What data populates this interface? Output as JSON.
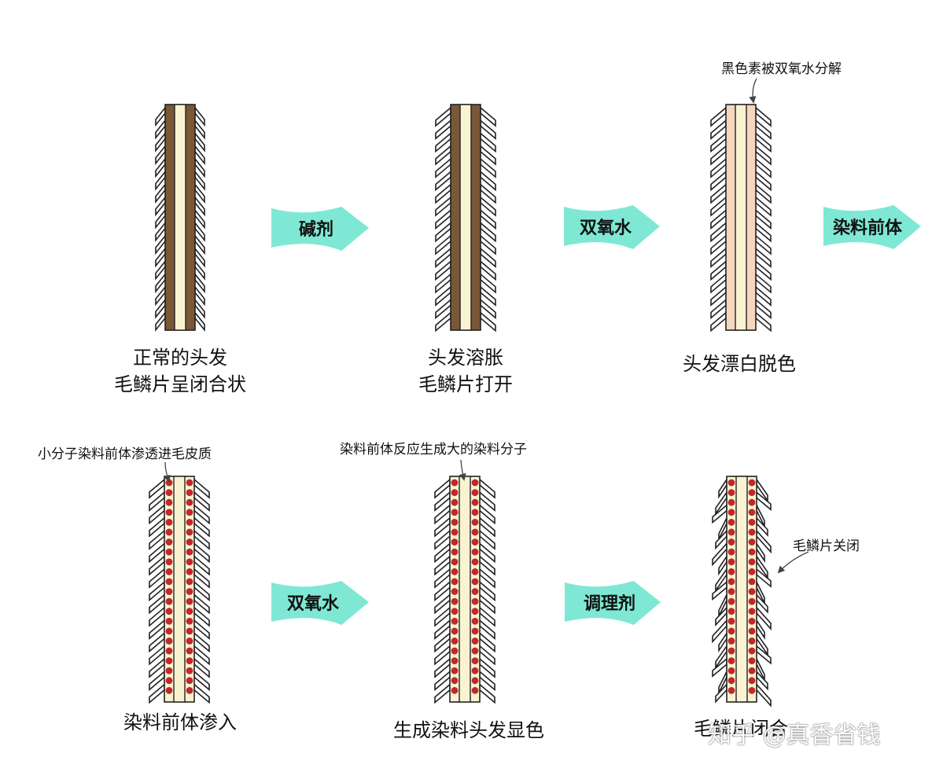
{
  "colors": {
    "arrow": "#7fe8d4",
    "cortex_brown": "#7a5736",
    "medulla_cream": "#faf3d2",
    "cortex_bleached": "#f6d6bf",
    "pigment_dot": "#c0282b",
    "scale_stroke": "#222222"
  },
  "stages": [
    {
      "caption_line1": "正常的头发",
      "caption_line2": "毛鳞片呈闭合状",
      "cortex": "brown",
      "scales": "closed",
      "pigment": false
    },
    {
      "caption_line1": "头发溶胀",
      "caption_line2": "毛鳞片打开",
      "cortex": "brown",
      "scales": "open",
      "pigment": false
    },
    {
      "caption_line1": "头发漂白脱色",
      "caption_line2": "",
      "cortex": "bleached",
      "scales": "open",
      "pigment": false
    },
    {
      "caption_line1": "染料前体渗入",
      "caption_line2": "",
      "cortex": "cream",
      "scales": "open",
      "pigment": true
    },
    {
      "caption_line1": "生成染料头发显色",
      "caption_line2": "",
      "cortex": "cream",
      "scales": "open",
      "pigment": true
    },
    {
      "caption_line1": "毛鳞片闭合",
      "caption_line2": "",
      "cortex": "cream",
      "scales": "closing",
      "pigment": true
    }
  ],
  "arrows": [
    {
      "label": "碱剂"
    },
    {
      "label": "双氧水"
    },
    {
      "label": "染料前体"
    },
    {
      "label": "双氧水"
    },
    {
      "label": "调理剂"
    }
  ],
  "annotations": {
    "melanin_decomposed": "黑色素被双氧水分解",
    "small_precursor": "小分子染料前体渗透进毛皮质",
    "large_molecule": "染料前体反应生成大的染料分子",
    "scale_closed": "毛鳞片关闭"
  },
  "watermark": "知乎 @真香省钱"
}
